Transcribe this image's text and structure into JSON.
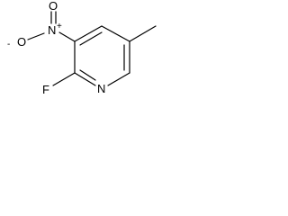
{
  "structure": {
    "atoms": {
      "fluorine": "F",
      "ring_nitrogen": "N",
      "nitro_nitrogen": "N",
      "nitro_oxygen_top": "O",
      "nitro_oxygen_left": "O"
    },
    "charges": {
      "nitro_nitrogen": "+",
      "nitro_oxygen_left": "-"
    },
    "colors": {
      "ink": "#000000",
      "background": "#ffffff"
    }
  }
}
